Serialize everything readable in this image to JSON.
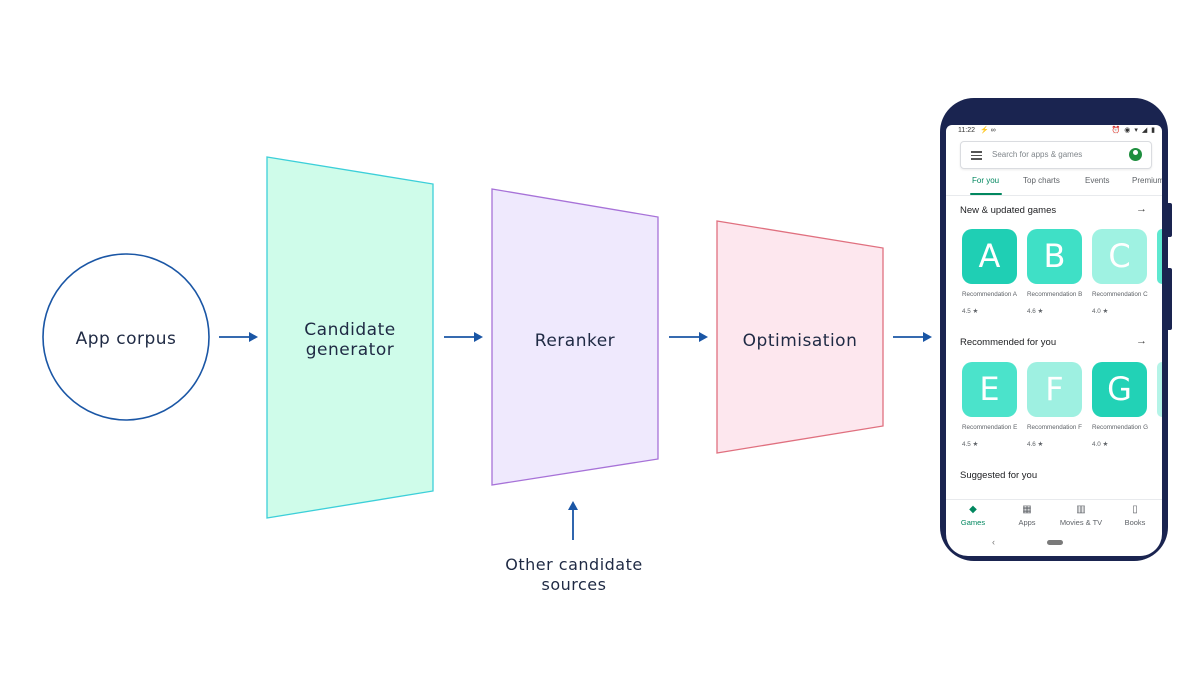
{
  "diagram": {
    "nodes": {
      "app_corpus": "App corpus",
      "candidate_generator": "Candidate generator",
      "reranker": "Reranker",
      "optimisation": "Optimisation",
      "other_sources": "Other candidate sources"
    },
    "colors": {
      "circle_stroke": "#1a56a5",
      "arrow": "#1a56a5",
      "generator_fill": "#cffcea",
      "generator_stroke": "#3ccfd9",
      "reranker_fill": "#efe9fd",
      "reranker_stroke": "#a772d8",
      "optimisation_fill": "#fde7ee",
      "optimisation_stroke": "#e0707f"
    }
  },
  "phone": {
    "status": {
      "time": "11:22",
      "left_icons": "⚡ ∞",
      "right_icons": "⏰ ◉ ▾ ◢ ▮"
    },
    "search_placeholder": "Search for apps & games",
    "tabs": [
      "For you",
      "Top charts",
      "Events",
      "Premium"
    ],
    "active_tab": "For you",
    "sections": [
      {
        "title": "New & updated games",
        "items": [
          {
            "letter": "A",
            "name": "Recommendation A",
            "rating": "4.5 ★",
            "color": "#1fcfb4"
          },
          {
            "letter": "B",
            "name": "Recommendation B",
            "rating": "4.6 ★",
            "color": "#3fe0c6"
          },
          {
            "letter": "C",
            "name": "Recommendation C",
            "rating": "4.0 ★",
            "color": "#9ff2e2"
          }
        ]
      },
      {
        "title": "Recommended for you",
        "items": [
          {
            "letter": "E",
            "name": "Recommendation E",
            "rating": "4.5 ★",
            "color": "#4be3cb"
          },
          {
            "letter": "F",
            "name": "Recommendation F",
            "rating": "4.6 ★",
            "color": "#9ef0e1"
          },
          {
            "letter": "G",
            "name": "Recommendation G",
            "rating": "4.0 ★",
            "color": "#22d2b6"
          }
        ]
      },
      {
        "title": "Suggested for you",
        "items": []
      }
    ],
    "nav": [
      {
        "label": "Games",
        "icon": "gamepad-icon",
        "glyph": "🎮"
      },
      {
        "label": "Apps",
        "icon": "apps-grid-icon",
        "glyph": "▦"
      },
      {
        "label": "Movies & TV",
        "icon": "film-icon",
        "glyph": "▥"
      },
      {
        "label": "Books",
        "icon": "book-icon",
        "glyph": "▯"
      }
    ],
    "active_nav": "Games",
    "system_nav": {
      "back": "‹"
    }
  }
}
